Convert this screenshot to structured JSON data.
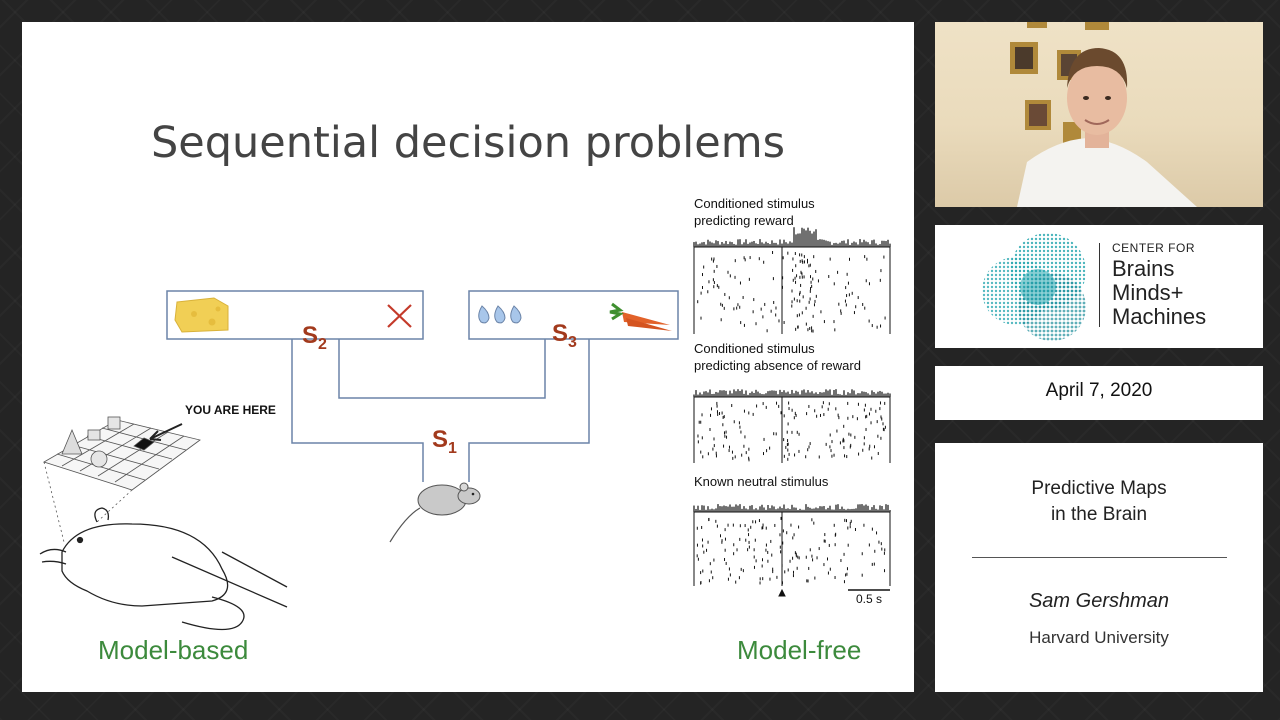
{
  "slide": {
    "title": "Sequential decision problems",
    "state_labels": {
      "s": "S",
      "s1_sub": "1",
      "s2_sub": "2",
      "s3_sub": "3"
    },
    "you_are_here": "YOU ARE HERE",
    "rasters": [
      {
        "label_line1": "Conditioned stimulus",
        "label_line2": "predicting reward"
      },
      {
        "label_line1": "Conditioned stimulus",
        "label_line2": "predicting absence of reward"
      },
      {
        "label_line1": "Known neutral stimulus",
        "label_line2": ""
      }
    ],
    "scale_bar": "0.5 s",
    "caption_left": "Model-based",
    "caption_right": "Model-free"
  },
  "sidebar": {
    "logo": {
      "line_small": "CENTER FOR",
      "line1": "Brains",
      "line2": "Minds+",
      "line3": "Machines"
    },
    "date": "April 7, 2020",
    "talk_title_line1": "Predictive Maps",
    "talk_title_line2": "in the Brain",
    "speaker": "Sam Gershman",
    "affiliation": "Harvard University"
  },
  "colors": {
    "background": "#242424",
    "state_label": "#a23a1d",
    "caption_green": "#3c8a3c",
    "logo_teal": "#2aa8b0"
  }
}
